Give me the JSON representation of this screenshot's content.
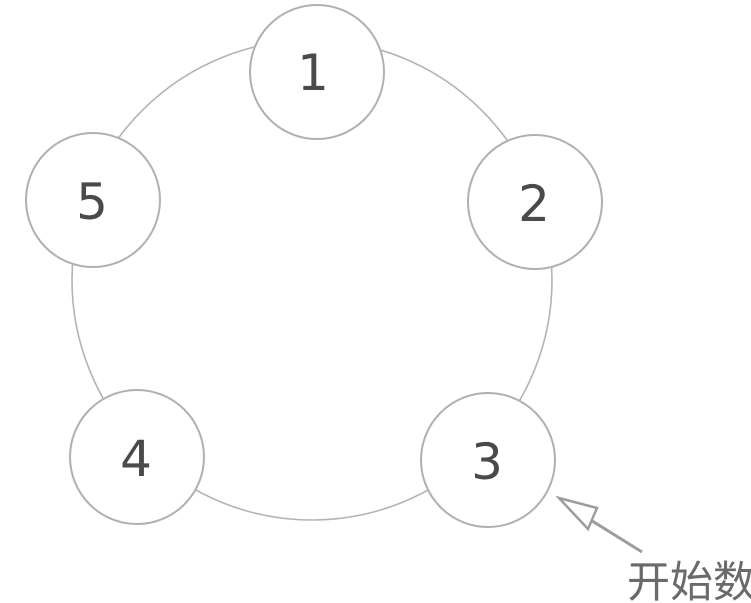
{
  "diagram": {
    "type": "circle-of-nodes",
    "nodes": [
      {
        "id": 1,
        "label": "1"
      },
      {
        "id": 2,
        "label": "2"
      },
      {
        "id": 3,
        "label": "3"
      },
      {
        "id": 4,
        "label": "4"
      },
      {
        "id": 5,
        "label": "5"
      }
    ],
    "annotation": {
      "label": "开始数",
      "points_to_node": "3"
    },
    "colors": {
      "ring_stroke": "#b3b3b3",
      "node_stroke": "#b0b0b0",
      "node_fill": "#ffffff",
      "number_text": "#4a4a4a",
      "annotation_text": "#6a6a6a",
      "arrow": "#9c9c9c",
      "background": "#ffffff"
    }
  }
}
